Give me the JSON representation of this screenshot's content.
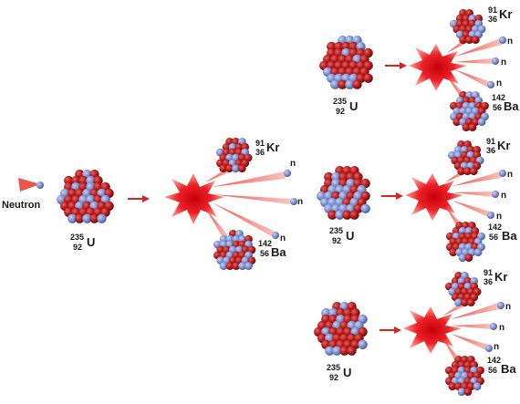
{
  "labels": {
    "neutron": "Neutron",
    "n": "n",
    "uranium": {
      "mass": "235",
      "z": "92",
      "symbol": "U"
    },
    "krypton": {
      "mass": "91",
      "z": "36",
      "symbol": "Kr"
    },
    "barium": {
      "mass": "142",
      "z": "56",
      "symbol": "Ba"
    }
  },
  "colors": {
    "proton": "#b2191b",
    "neutron_particle": "#7b8fd0",
    "burst": "#e8151c",
    "burst_glow": "#ffb0a8",
    "arrow": "#d8251d",
    "ray": "#f07c74"
  }
}
